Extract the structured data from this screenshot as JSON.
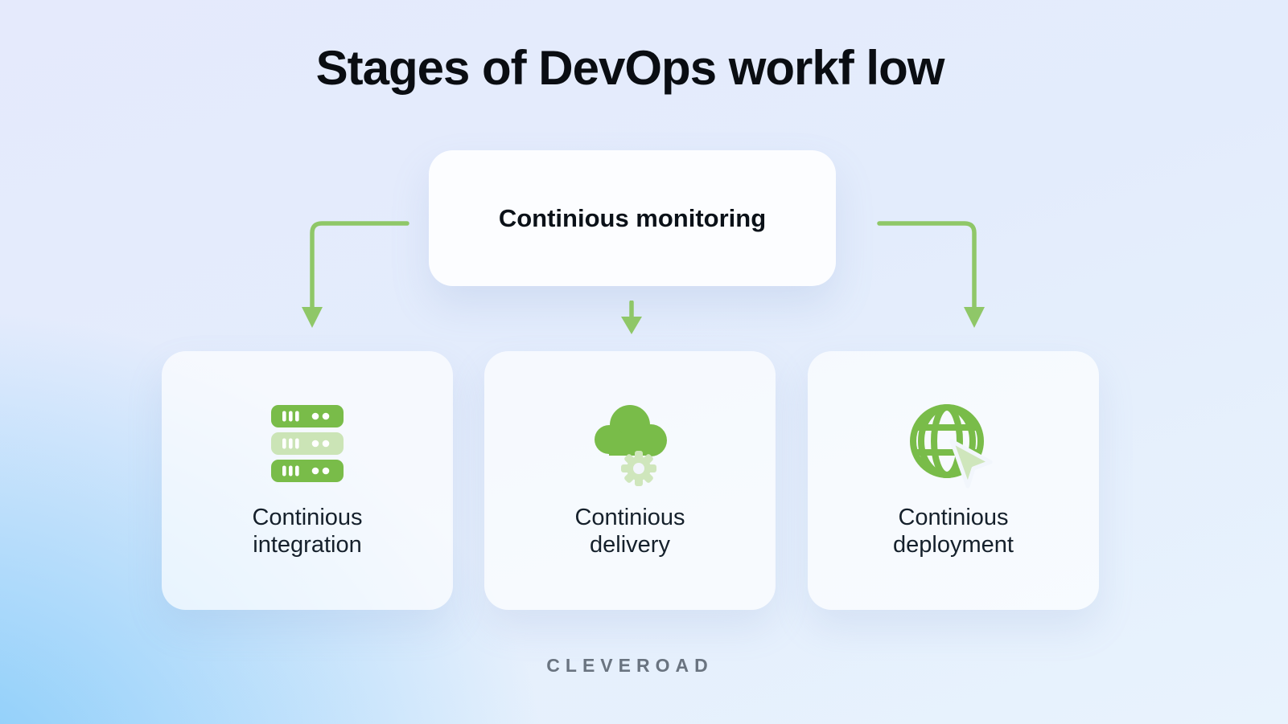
{
  "title": "Stages of DevOps workf low",
  "brand": "CLEVEROAD",
  "flow": {
    "root": {
      "label": "Continious monitoring"
    },
    "children": [
      {
        "label": "Continious\nintegration",
        "icon": "server-stack-icon"
      },
      {
        "label": "Continious\ndelivery",
        "icon": "cloud-gear-icon"
      },
      {
        "label": "Continious\ndeployment",
        "icon": "globe-cursor-icon"
      }
    ]
  },
  "colors": {
    "icon_green": "#79BC49",
    "icon_green_pale": "#CDE5BA",
    "arrow_green": "#8FC768",
    "title_text": "#0A0D12",
    "label_text": "#15202B",
    "brand_text": "#6A7480",
    "node_background": "#F5F7FD",
    "card_background": "#EFF4FB",
    "background_top": "#E5EAFC",
    "background_bottom_left": "#8BCEFB",
    "background_bottom_right": "#E8F4FD"
  }
}
